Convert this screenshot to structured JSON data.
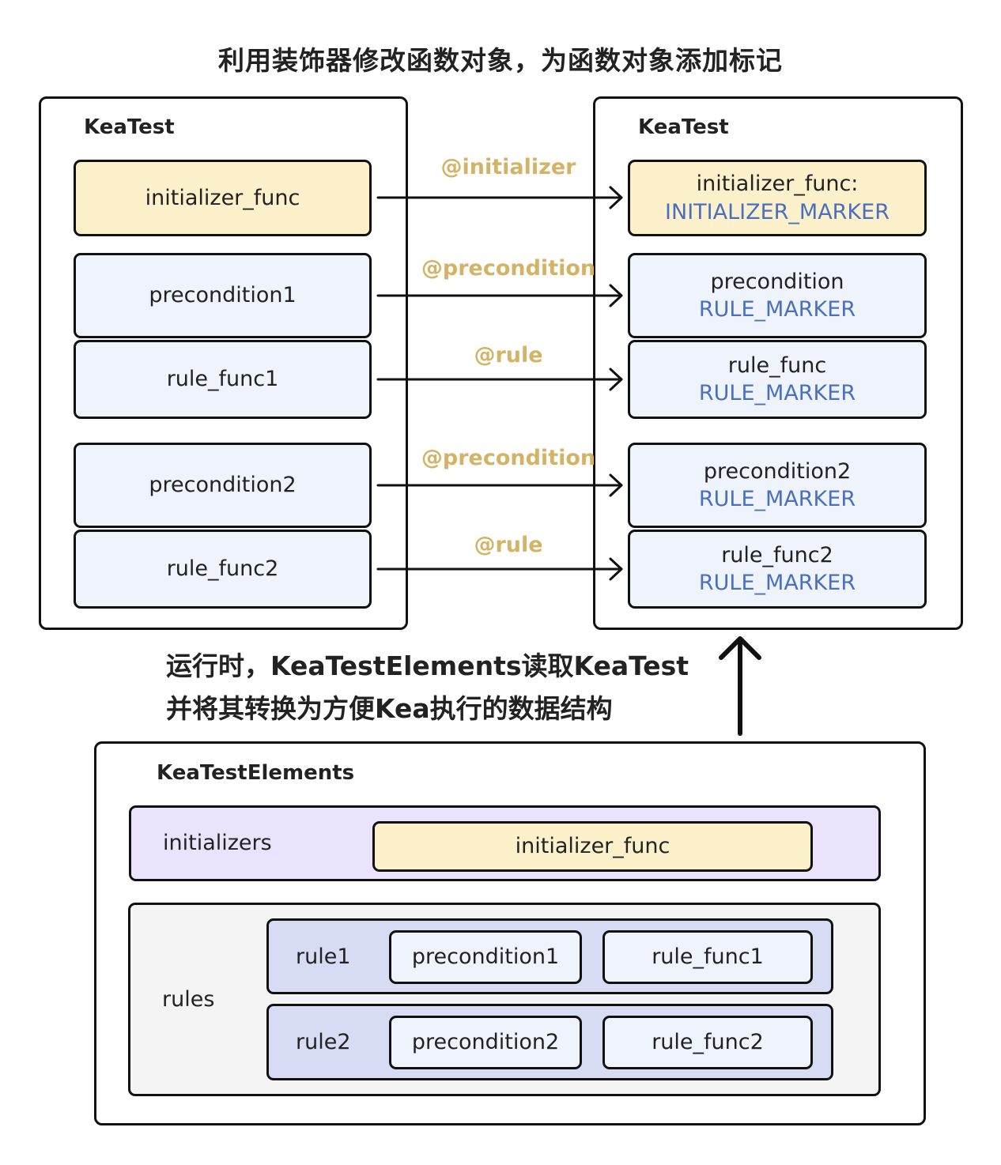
{
  "title": "利用装饰器修改函数对象，为函数对象添加标记",
  "left_panel": {
    "label": "KeaTest",
    "items": [
      "initializer_func",
      "precondition1",
      "rule_func1",
      "precondition2",
      "rule_func2"
    ]
  },
  "right_panel": {
    "label": "KeaTest",
    "items": [
      {
        "name": "initializer_func:",
        "marker": "INITIALIZER_MARKER"
      },
      {
        "name": "precondition",
        "marker": "RULE_MARKER"
      },
      {
        "name": "rule_func",
        "marker": "RULE_MARKER"
      },
      {
        "name": "precondition2",
        "marker": "RULE_MARKER"
      },
      {
        "name": "rule_func2",
        "marker": "RULE_MARKER"
      }
    ]
  },
  "decorators": [
    "@initializer",
    "@precondition",
    "@rule",
    "@precondition",
    "@rule"
  ],
  "caption": {
    "line1": "运行时，KeaTestElements读取KeaTest",
    "line2": "并将其转换为方便Kea执行的数据结构"
  },
  "bottom_panel": {
    "label": "KeaTestElements",
    "initializers_label": "initializers",
    "initializer_item": "initializer_func",
    "rules_label": "rules",
    "rules": [
      {
        "label": "rule1",
        "precondition": "precondition1",
        "func": "rule_func1"
      },
      {
        "label": "rule2",
        "precondition": "precondition2",
        "func": "rule_func2"
      }
    ]
  }
}
